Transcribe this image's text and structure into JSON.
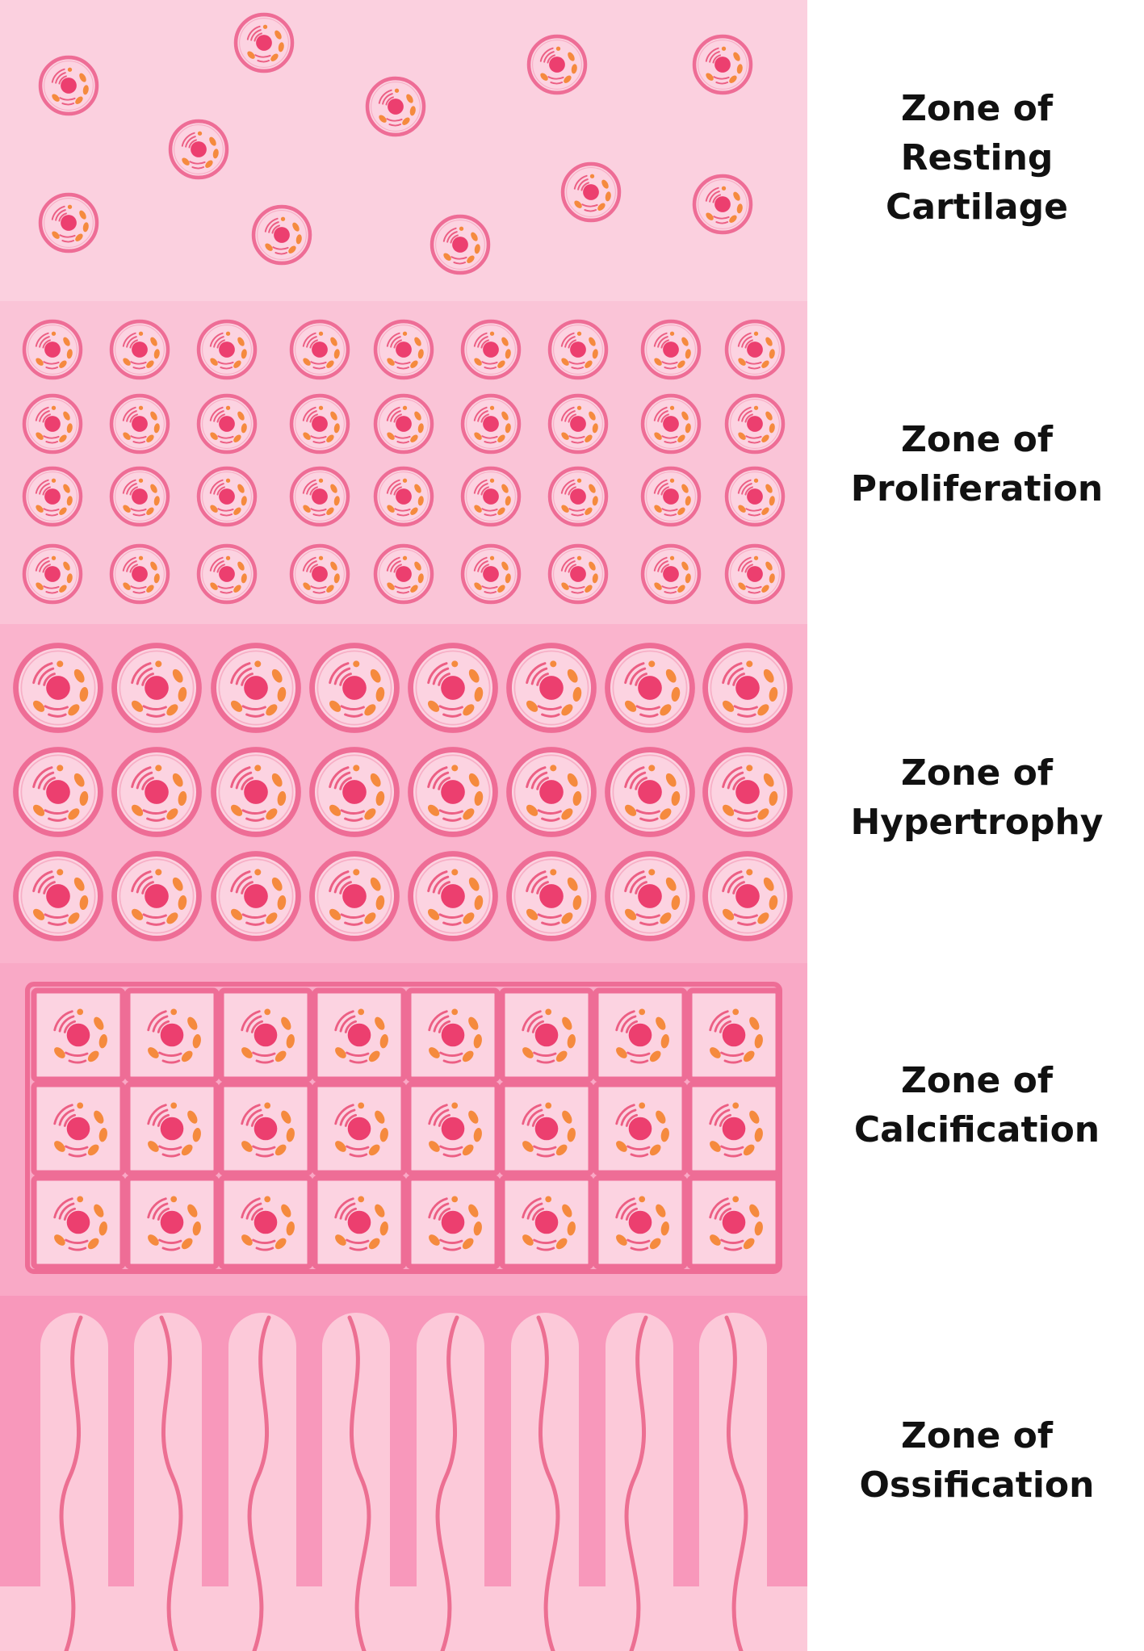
{
  "colors": {
    "page_background": "#ffffff",
    "zone_resting": "#fbd0df",
    "zone_proliferation": "#fac4d7",
    "zone_hypertrophy": "#fab4cd",
    "zone_calcification": "#f9a9c6",
    "zone_ossification": "#f898bb",
    "cell_fill": "#fcd3e1",
    "cell_outline": "#ee6d96",
    "nucleus": "#ec3f6f",
    "golgi": "#ec5f84",
    "organelle": "#f58a3e",
    "lumen": "#fcc9d9",
    "vessel": "#ec6f92",
    "label_text": "#111111"
  },
  "zones": [
    {
      "id": "resting",
      "label": "Zone of\nResting\nCartilage",
      "cell_style": "scattered small cells"
    },
    {
      "id": "proliferation",
      "label": "Zone of\nProliferation",
      "cell_style": "small cells in columns",
      "rows": 4,
      "columns": 9
    },
    {
      "id": "hypertrophy",
      "label": "Zone of\nHypertrophy",
      "cell_style": "enlarged round cells",
      "rows": 3,
      "columns": 8
    },
    {
      "id": "calcification",
      "label": "Zone of\nCalcification",
      "cell_style": "cells in square lacunae",
      "rows": 3,
      "columns": 8
    },
    {
      "id": "ossification",
      "label": "Zone of\nOssification",
      "cell_style": "bone trabeculae with vessels",
      "columns": 8
    }
  ]
}
